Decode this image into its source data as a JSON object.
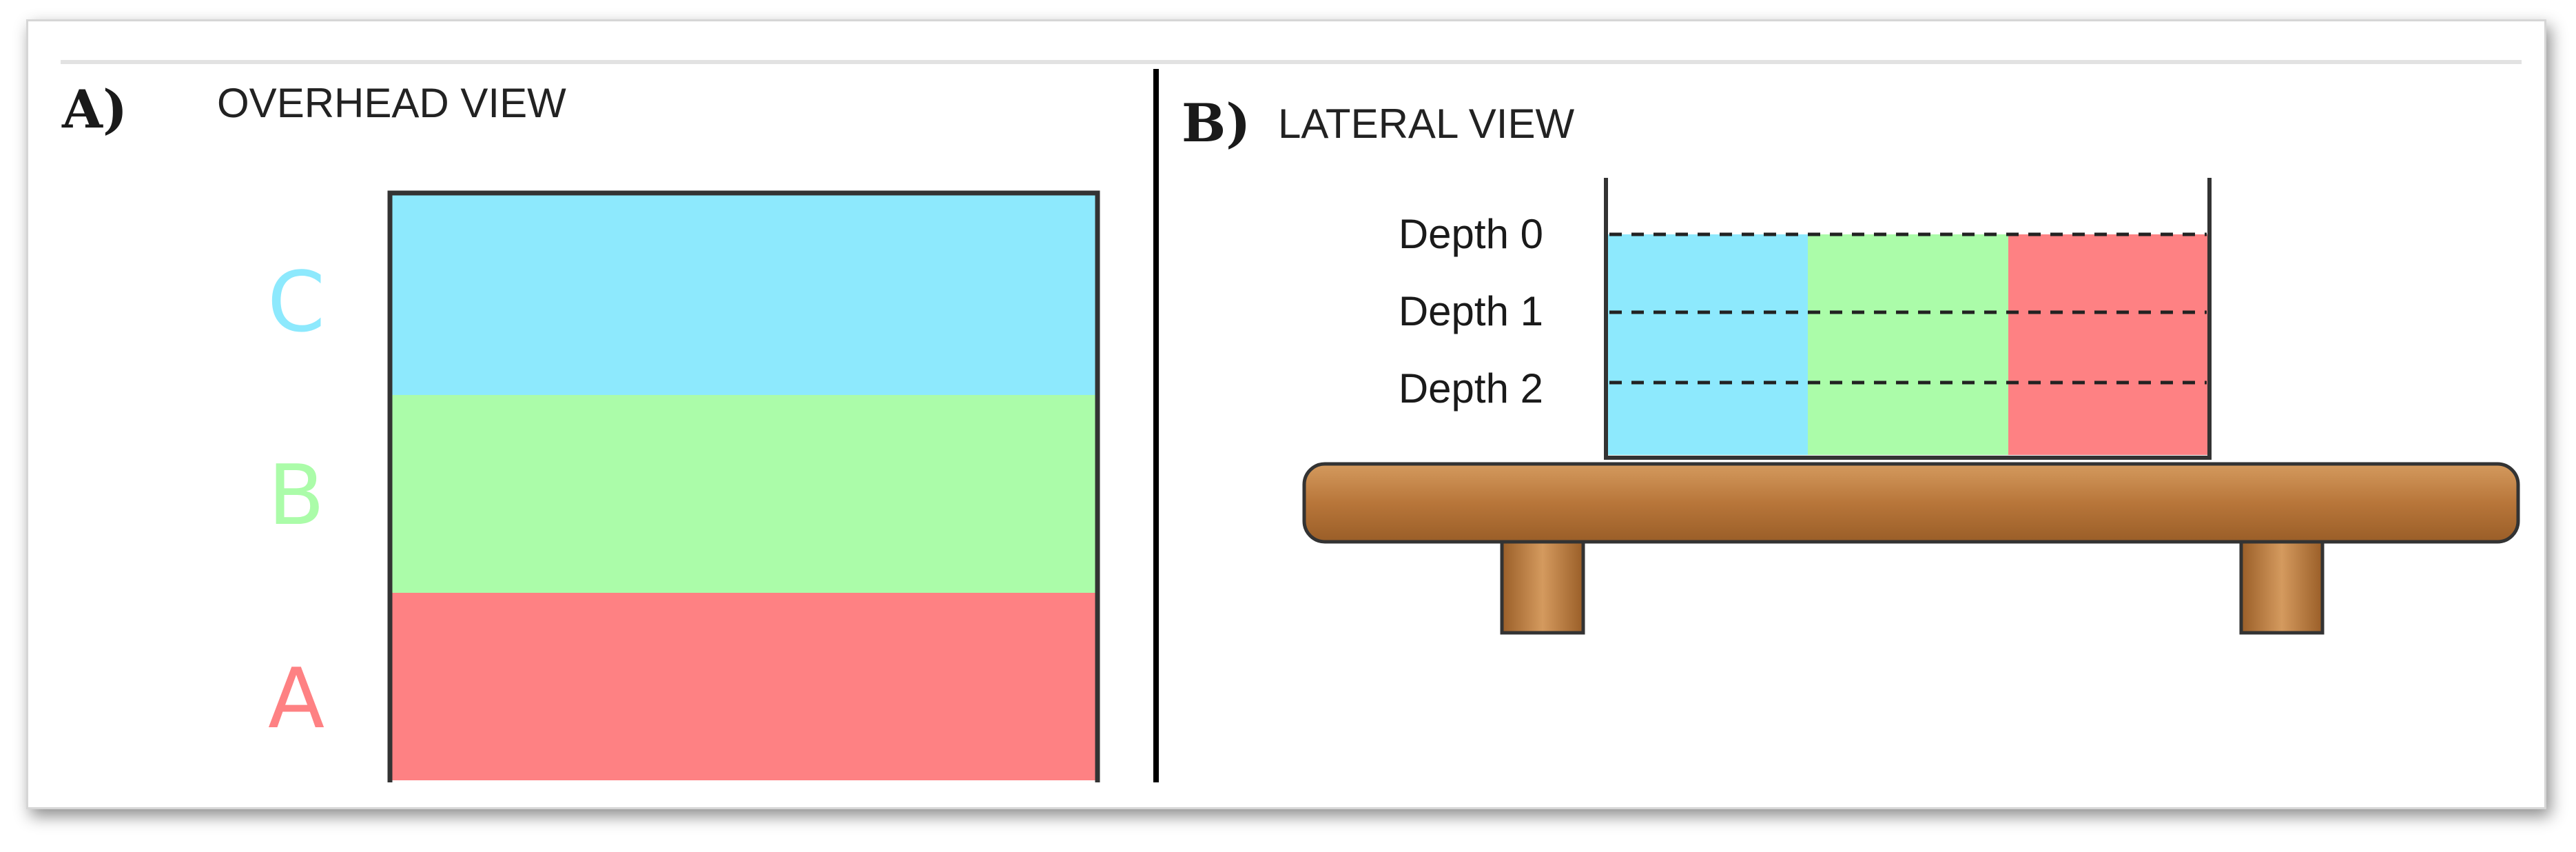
{
  "panel_a": {
    "letter": "A)",
    "title": "OVERHEAD VIEW",
    "zones": [
      {
        "label": "C",
        "color": "#8de9fd"
      },
      {
        "label": "B",
        "color": "#abfca9"
      },
      {
        "label": "A",
        "color": "#fe8183"
      }
    ]
  },
  "panel_b": {
    "letter": "B)",
    "title": "LATERAL VIEW",
    "depths": [
      "Depth 0",
      "Depth 1",
      "Depth 2"
    ],
    "zone_colors": [
      "#8de9fd",
      "#abfca9",
      "#fe8183"
    ],
    "table_color": "#b8763a"
  },
  "colors": {
    "outline": "#333333",
    "divider": "#000000"
  }
}
